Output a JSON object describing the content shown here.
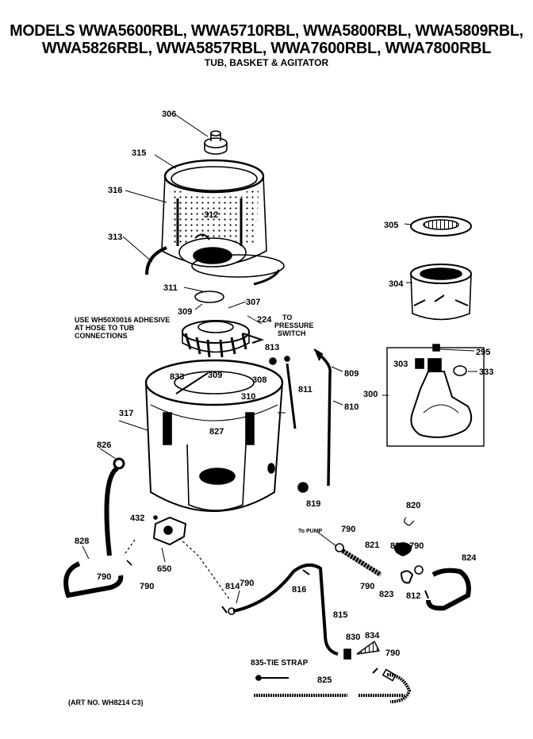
{
  "header": {
    "line1": "MODELS WWA5600RBL, WWA5710RBL, WWA5800RBL, WWA5809RBL,",
    "line2": "WWA5826RBL, WWA5857RBL, WWA7600RBL, WWA7800RBL",
    "subtitle": "TUB, BASKET & AGITATOR"
  },
  "notes": {
    "adhesive_1": "USE WH50X0016 ADHESIVE",
    "adhesive_2": "AT HOSE TO TUB",
    "adhesive_3": "CONNECTIONS",
    "pressure_1": "TO",
    "pressure_2": "PRESSURE",
    "pressure_3": "SWITCH",
    "to_pump": "To PUMP",
    "tie_strap": "835-TIE STRAP"
  },
  "art_no": "(ART NO. WH8214 C3)",
  "parts": {
    "p306": "306",
    "p315": "315",
    "p316": "316",
    "p312": "312",
    "p313": "313",
    "p311": "311",
    "p309a": "309",
    "p307": "307",
    "p224": "224",
    "p813": "813",
    "p305": "305",
    "p304": "304",
    "p295": "295",
    "p303": "303",
    "p333": "333",
    "p300": "300",
    "p809": "809",
    "p811": "811",
    "p810": "810",
    "p833": "833",
    "p309b": "309",
    "p308": "308",
    "p310": "310",
    "p317": "317",
    "p827": "827",
    "p826": "826",
    "p819": "819",
    "p820": "820",
    "p432": "432",
    "p790a": "790",
    "p821": "821",
    "p822": "822",
    "p790b": "790",
    "p828": "828",
    "p790c": "790",
    "p790d": "790",
    "p650": "650",
    "p824": "824",
    "p814": "814",
    "p790e": "790",
    "p816": "816",
    "p790f": "790",
    "p823": "823",
    "p812": "812",
    "p815": "815",
    "p830": "830",
    "p834": "834",
    "p790g": "790",
    "p825": "825"
  }
}
